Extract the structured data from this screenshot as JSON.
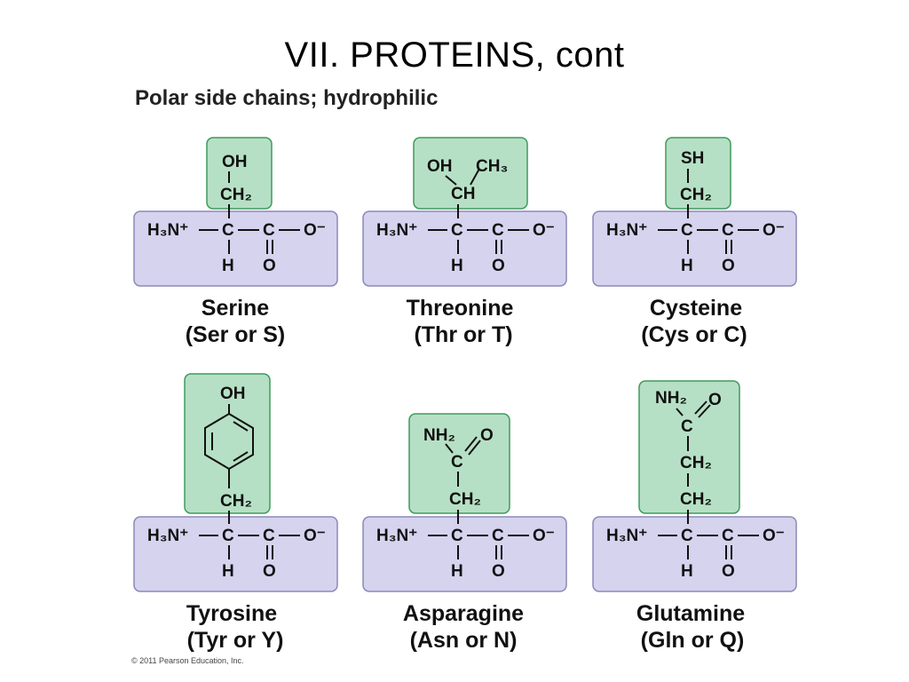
{
  "title": "VII.  PROTEINS, cont",
  "heading": "Polar side chains; hydrophilic",
  "backbone": {
    "amine": "H₃N⁺",
    "alpha_c": "C",
    "carboxyl_c": "C",
    "oxygen_minus": "O⁻",
    "hydrogen": "H",
    "oxygen": "O"
  },
  "side_chain_atoms": {
    "oh": "OH",
    "ch2": "CH₂",
    "ch": "CH",
    "ch3": "CH₃",
    "sh": "SH",
    "nh2": "NH₂",
    "c": "C",
    "o": "O"
  },
  "colors": {
    "backbone_fill": "#d5d3ee",
    "side_chain_fill": "#b6e0c5"
  },
  "amino_acids": [
    {
      "name": "Serine",
      "abbr": "(Ser or S)"
    },
    {
      "name": "Threonine",
      "abbr": "(Thr or T)"
    },
    {
      "name": "Cysteine",
      "abbr": "(Cys or C)"
    },
    {
      "name": "Tyrosine",
      "abbr": "(Tyr or Y)"
    },
    {
      "name": "Asparagine",
      "abbr": "(Asn or N)"
    },
    {
      "name": "Glutamine",
      "abbr": "(Gln or Q)"
    }
  ],
  "copyright": "© 2011 Pearson Education, Inc."
}
